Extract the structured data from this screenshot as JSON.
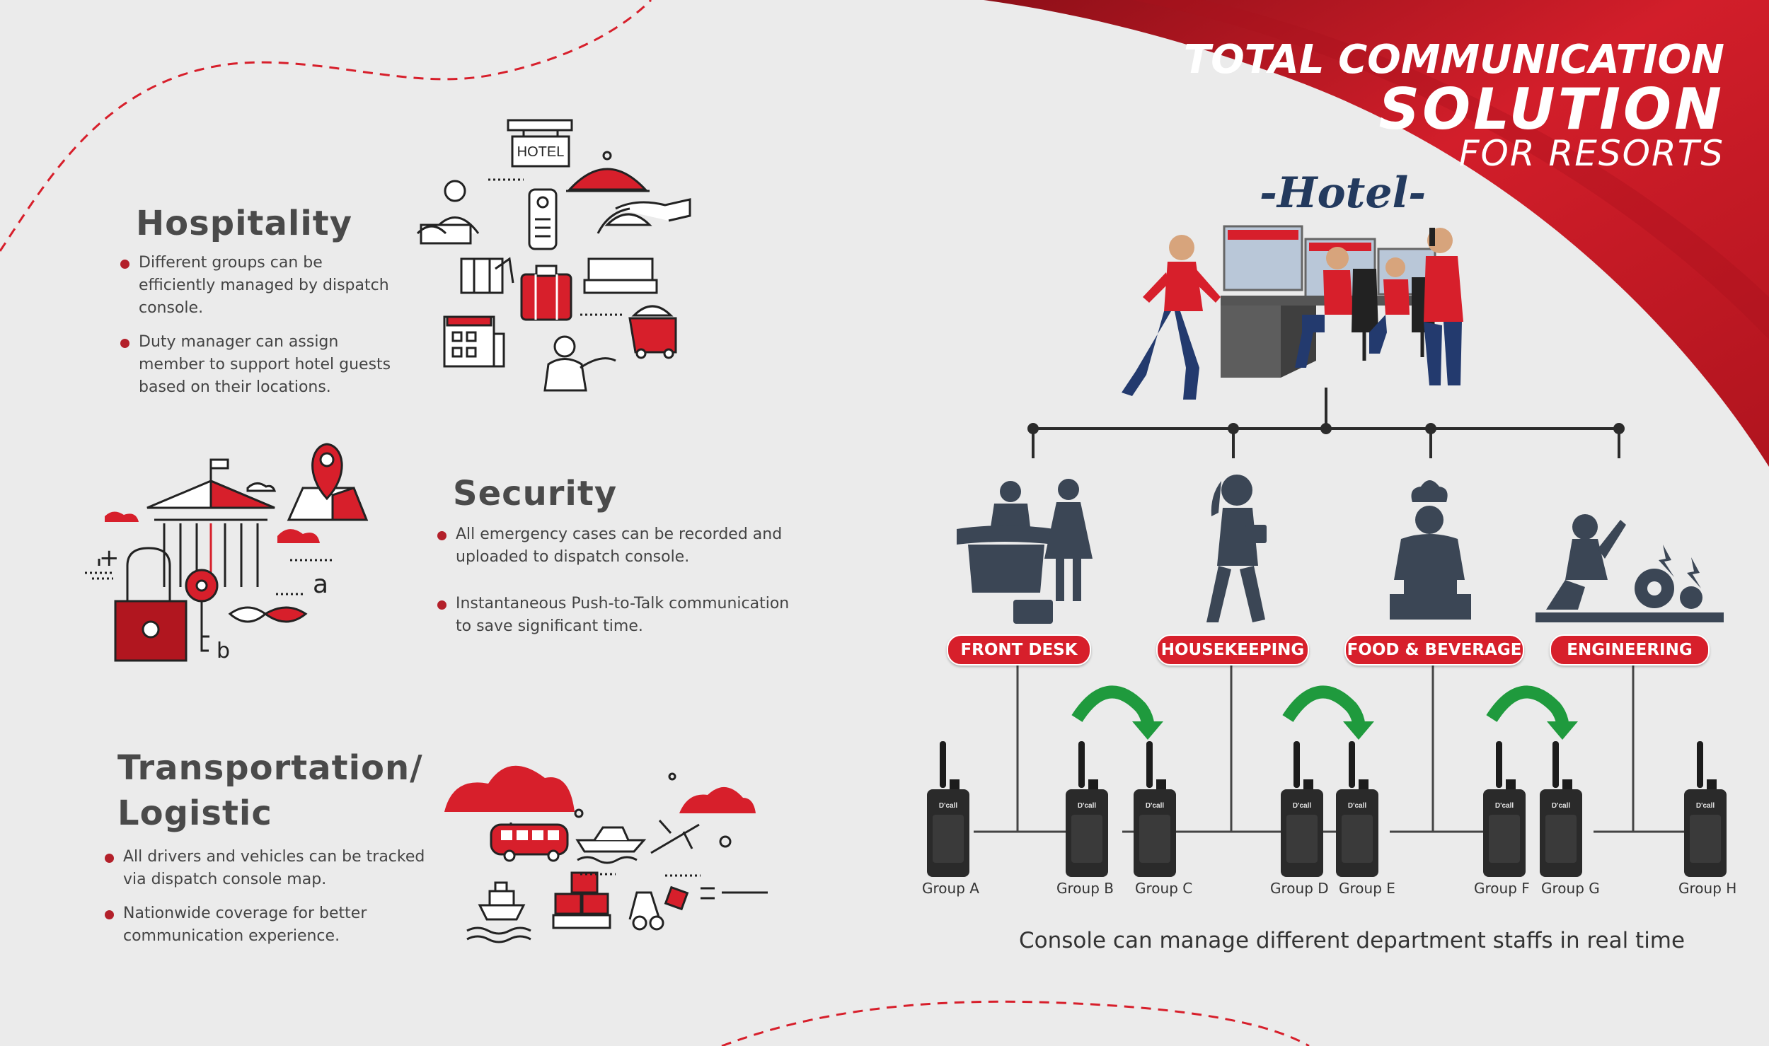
{
  "header": {
    "line1": "TOTAL COMMUNICATION",
    "line2": "SOLUTION",
    "line3": "FOR RESORTS"
  },
  "hospitality": {
    "title": "Hospitality",
    "bullets": [
      "Different groups can be efficiently managed by dispatch console.",
      "Duty manager can assign member to support hotel guests based on their locations."
    ],
    "icon_text": "HOTEL"
  },
  "security": {
    "title": "Security",
    "bullets": [
      "All emergency cases can be recorded and uploaded to dispatch console.",
      "Instantaneous Push-to-Talk communication to save significant time."
    ],
    "icon_letters": [
      "a",
      "b"
    ]
  },
  "transport": {
    "title_line1": "Transportation/",
    "title_line2": "Logistic",
    "bullets": [
      "All drivers and vehicles can be tracked via dispatch console map.",
      "Nationwide coverage for better communication experience."
    ]
  },
  "diagram": {
    "hotel_label": "-Hotel-",
    "departments": [
      "FRONT DESK",
      "HOUSEKEEPING",
      "FOOD & BEVERAGE",
      "ENGINEERING"
    ],
    "groups": [
      "Group A",
      "Group B",
      "Group C",
      "Group D",
      "Group E",
      "Group F",
      "Group G",
      "Group H"
    ],
    "radio_brand": "D'call",
    "caption": "Console can manage different department staffs in real time"
  },
  "colors": {
    "brand_red": "#d71f2b",
    "dark_navy": "#3b4655",
    "arrow_green": "#1f9a3d"
  }
}
